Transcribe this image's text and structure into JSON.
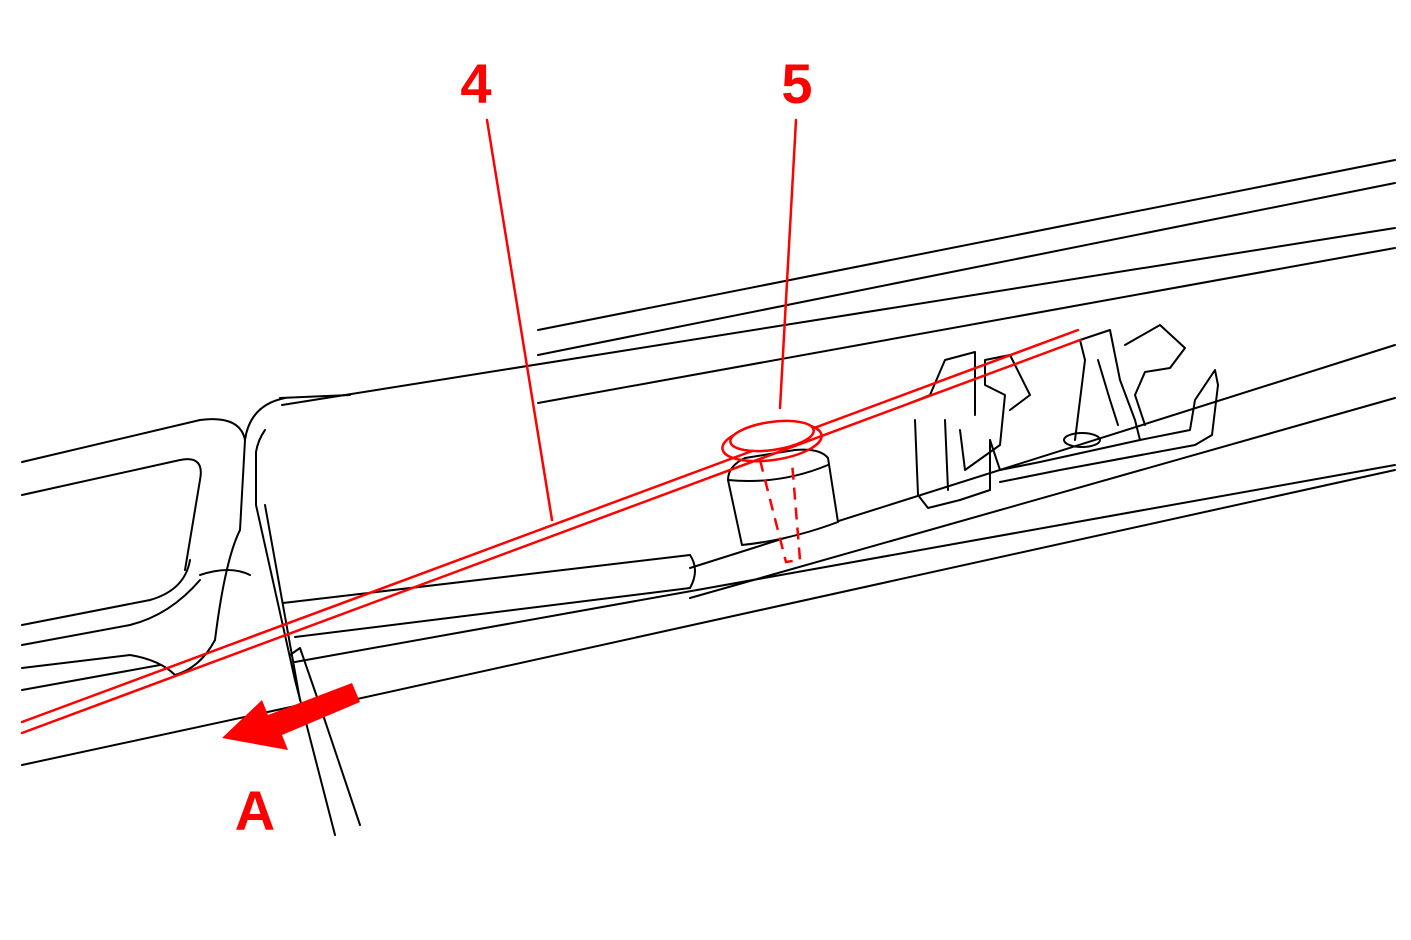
{
  "callouts": {
    "part_4": "4",
    "part_5": "5",
    "direction_a": "A"
  },
  "colors": {
    "annotation": "#ff0000",
    "line_art": "#000000",
    "background": "#ffffff"
  }
}
